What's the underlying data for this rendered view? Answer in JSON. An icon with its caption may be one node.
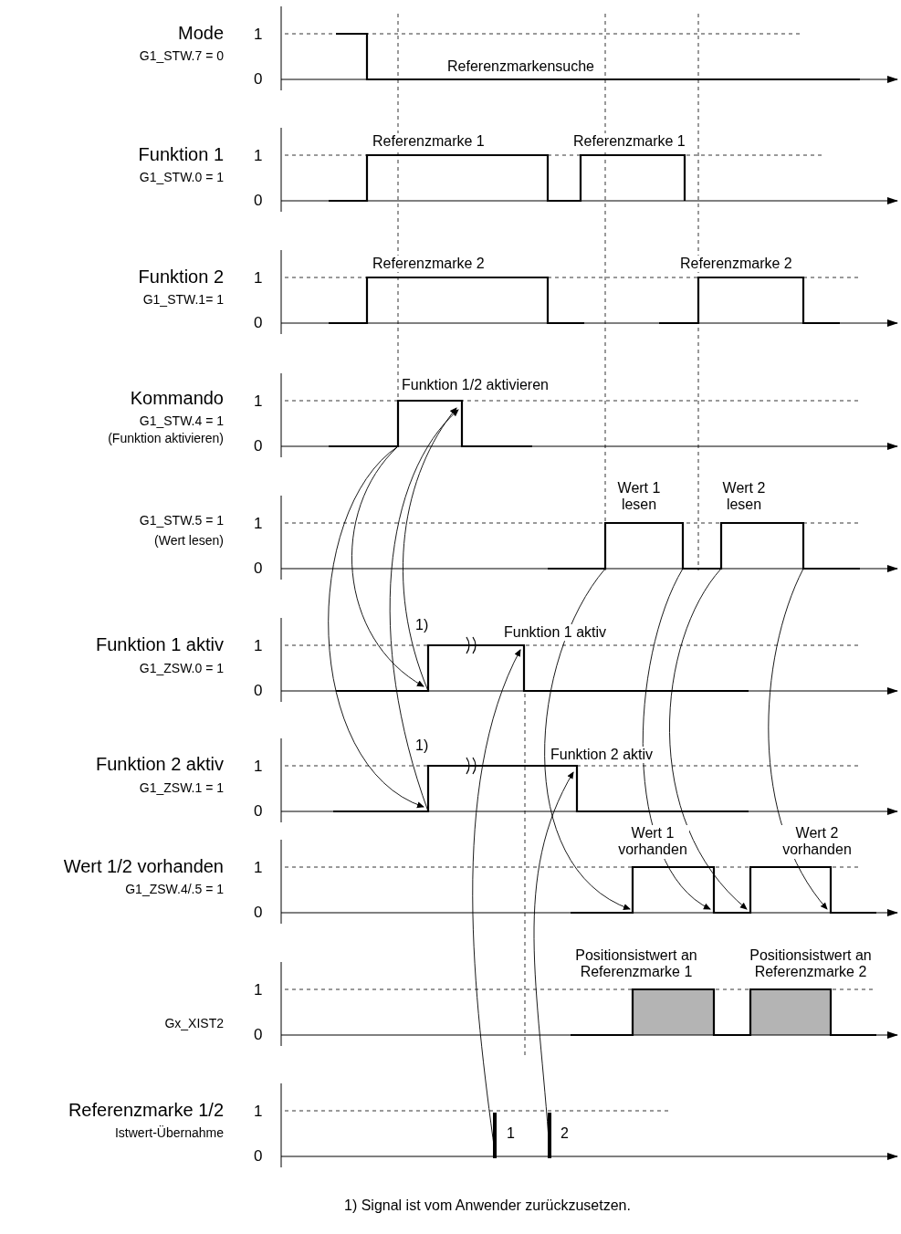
{
  "diagram": {
    "labels": [
      "Mode",
      "G1_STW.7 = 0",
      "1",
      "0",
      "Referenzmarkensuche",
      "Funktion 1",
      "G1_STW.0 = 1",
      "1",
      "0",
      "Referenzmarke 1",
      "Referenzmarke 1",
      "Funktion 2",
      "G1_STW.1= 1",
      "1",
      "0",
      "Referenzmarke 2",
      "Referenzmarke 2",
      "Kommando",
      "G1_STW.4 = 1",
      "(Funktion aktivieren)",
      "1",
      "0",
      "Funktion 1/2 aktivieren",
      "G1_STW.5 = 1",
      "(Wert lesen)",
      "1",
      "0",
      "Wert 1 lesen",
      "Wert 2 lesen",
      "1)",
      "Funktion 1 aktiv",
      "G1_ZSW.0 = 1",
      "1",
      "0",
      "Funktion 1 aktiv",
      "1)",
      "Funktion 2 aktiv",
      "G1_ZSW.1 = 1",
      "1",
      "0",
      "Funktion 2 aktiv",
      "Wert 1/2 vorhanden",
      "G1_ZSW.4/.5 = 1",
      "1",
      "0",
      "Wert 1 vorhanden",
      "Wert 2 vorhanden",
      "Positionsistwert an Referenzmarke 1",
      "Positionsistwert an Referenzmarke 2",
      "Gx_XIST2",
      "1",
      "0",
      "Referenzmarke 1/2",
      "Istwert-Übernahme",
      "1",
      "0",
      "1",
      "2",
      "1) Signal ist vom Anwender zurückzusetzen."
    ]
  }
}
